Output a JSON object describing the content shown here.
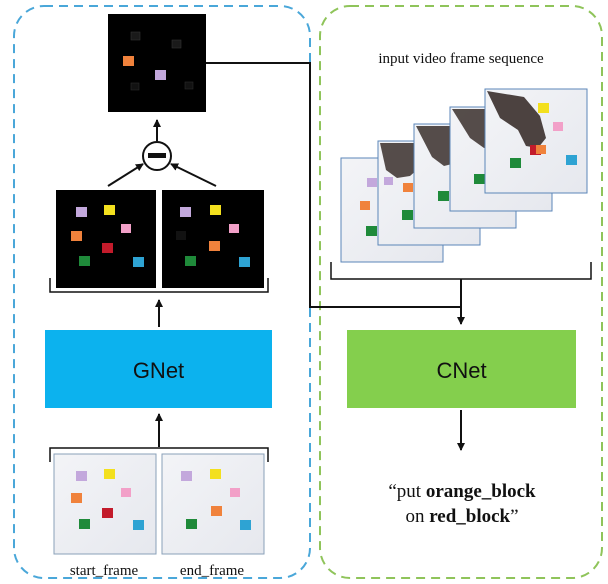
{
  "gnet_label": "GNet",
  "cnet_label": "CNet",
  "sequence_caption": "input video frame sequence",
  "start_frame_label": "start_frame",
  "end_frame_label": "end_frame",
  "instruction": {
    "open_quote": "“put ",
    "object": "orange_block",
    "middle": "on ",
    "target": "red_block",
    "close_quote": "”"
  },
  "colors": {
    "gnet_box": "#0cb2ee",
    "cnet_box": "#84cf4d",
    "left_panel_border": "#4aa7d9",
    "right_panel_border": "#8fc45a",
    "block_green": "#1f8a3a",
    "block_red": "#c31b2b",
    "block_orange": "#f0823c",
    "block_yellow": "#f3e01e",
    "block_pink": "#f2a0c8",
    "block_lavender": "#c3a8dc",
    "block_cyan": "#2ea3d3"
  },
  "subtract_symbol": "minus-in-circle"
}
